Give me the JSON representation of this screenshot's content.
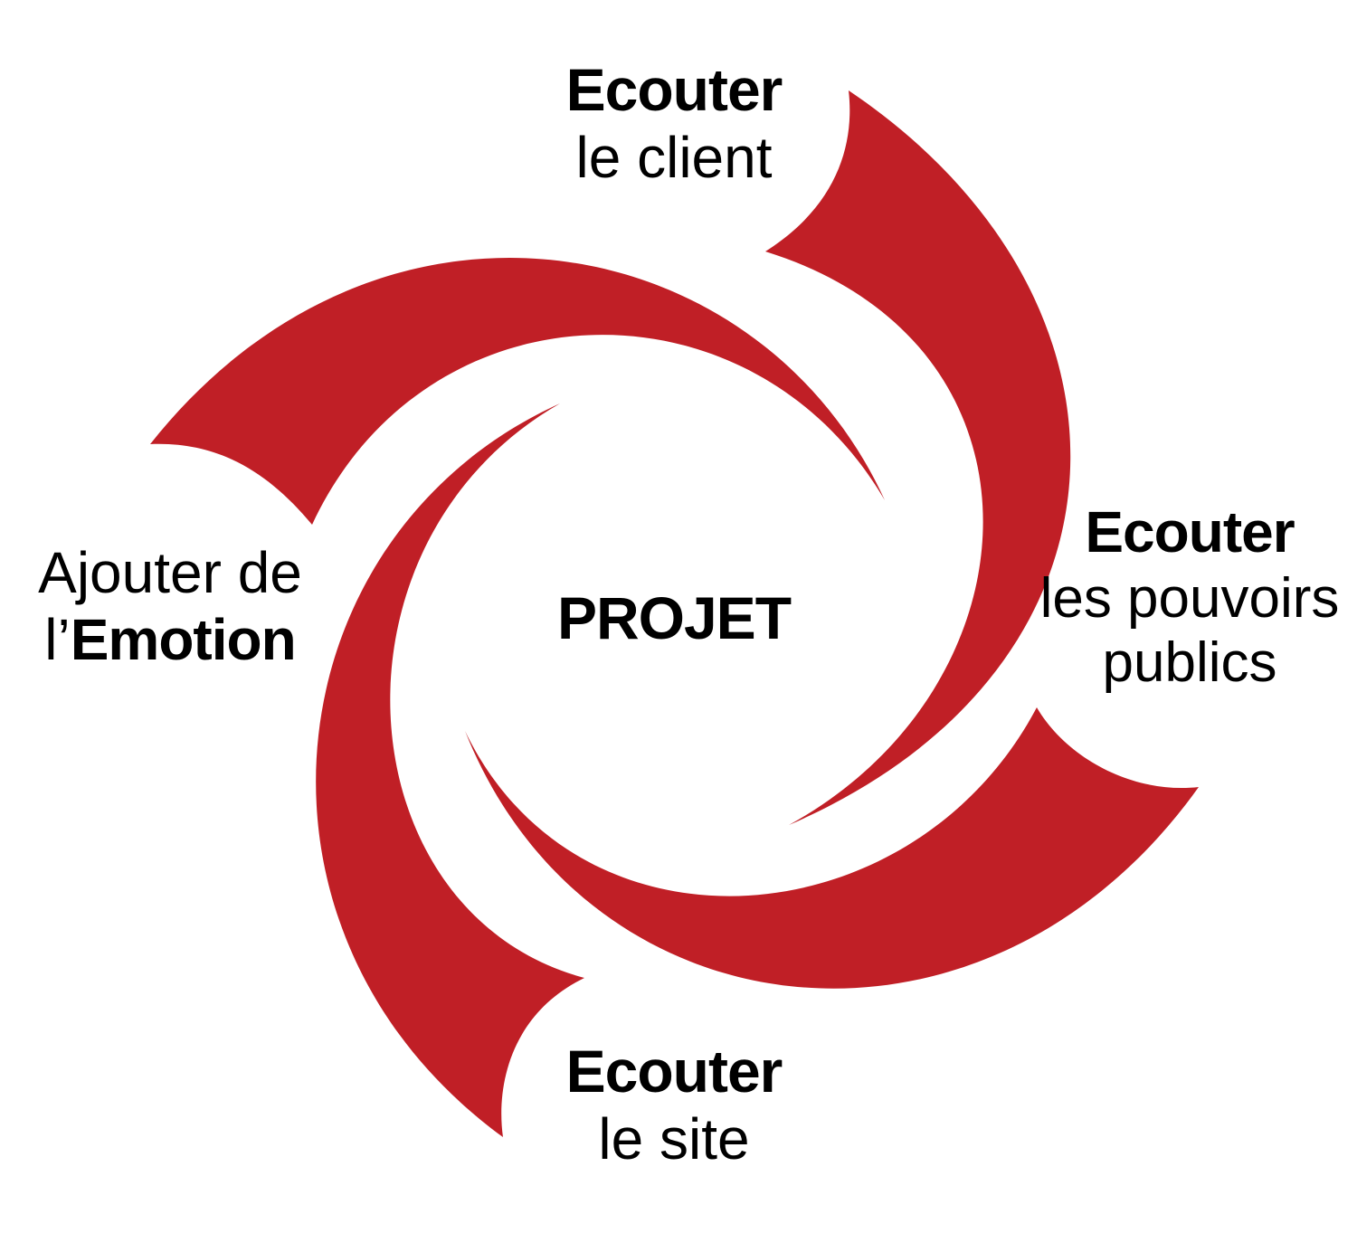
{
  "colors": {
    "accent": "#c01f26",
    "background": "#ffffff",
    "text": "#000000"
  },
  "center": {
    "label": "PROJET"
  },
  "labels": {
    "top": {
      "bold": "Ecouter",
      "light": "le client"
    },
    "right": {
      "bold": "Ecouter",
      "light_line1": "les pouvoirs",
      "light_line2": "publics"
    },
    "bottom": {
      "bold": "Ecouter",
      "light": "le site"
    },
    "left": {
      "light_line1": "Ajouter de",
      "prefix": "l’",
      "bold": "Emotion"
    }
  }
}
